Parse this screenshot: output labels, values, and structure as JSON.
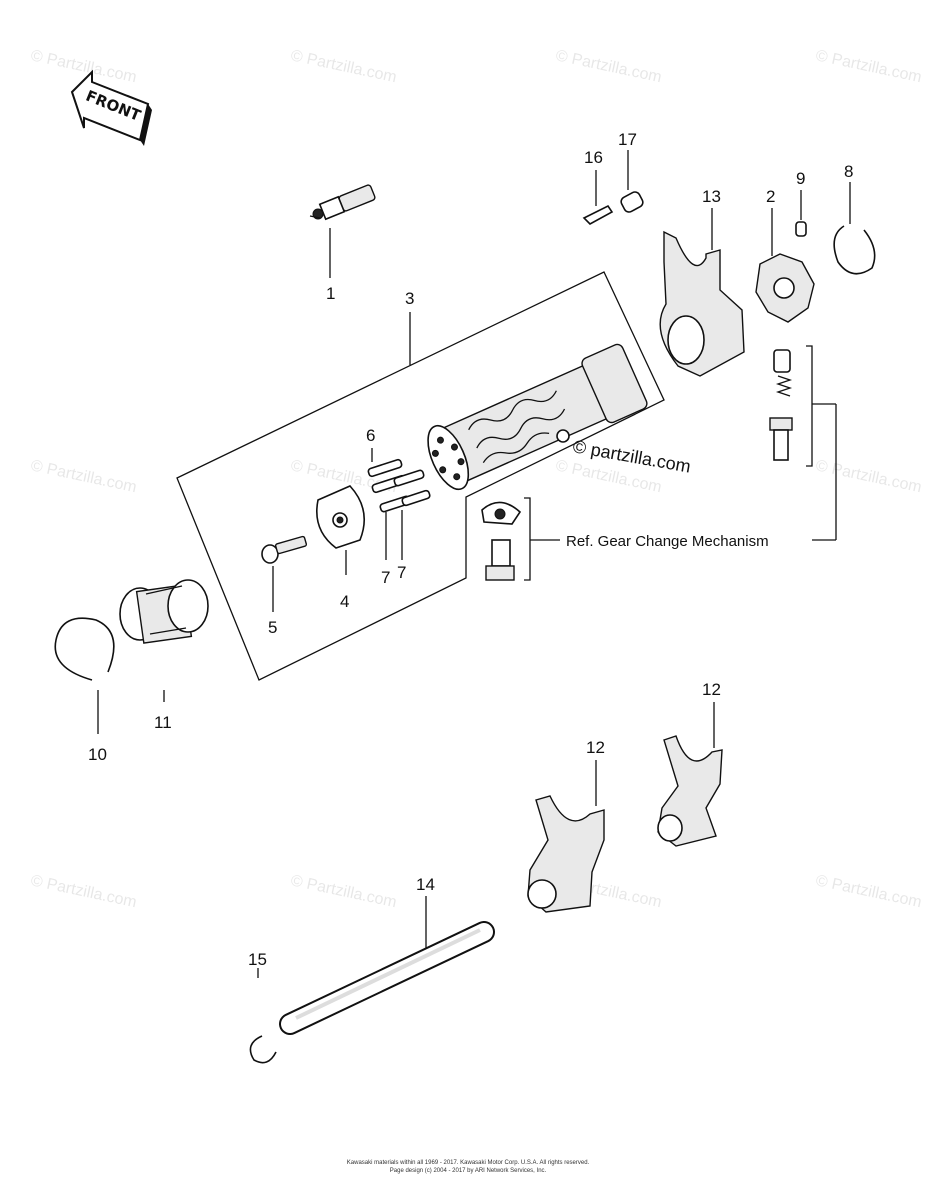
{
  "front_arrow": {
    "label": "FRONT"
  },
  "watermarks": [
    "© Partzilla.com",
    "© Partzilla.com",
    "© Partzilla.com",
    "© Partzilla.com",
    "© Partzilla.com",
    "© Partzilla.com",
    "© Partzilla.com",
    "© Partzilla.com",
    "© Partzilla.com",
    "© Partzilla.com",
    "© Partzilla.com",
    "© Partzilla.com"
  ],
  "center_watermark": "© partzilla.com",
  "reference_label": "Ref. Gear Change Mechanism",
  "callouts": [
    "1",
    "2",
    "3",
    "4",
    "5",
    "6",
    "7",
    "7",
    "8",
    "9",
    "10",
    "11",
    "12",
    "12",
    "13",
    "14",
    "15",
    "16",
    "17"
  ],
  "footer": {
    "line1": "Kawasaki materials within all 1969 - 2017. Kawasaki Motor Corp. U.S.A. All rights reserved.",
    "line2": "Page design (c) 2004 - 2017 by ARI Network Services, Inc."
  }
}
